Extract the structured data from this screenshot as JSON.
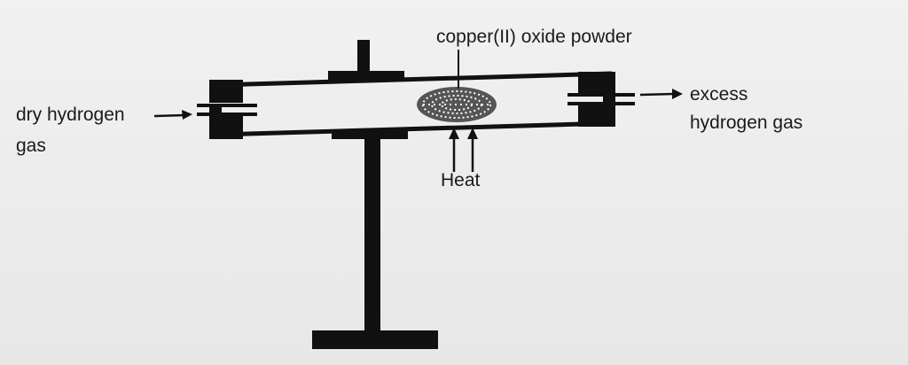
{
  "diagram": {
    "labels": {
      "copper_oxide": "copper(II) oxide powder",
      "inlet_line1": "dry hydrogen",
      "inlet_line2": "gas",
      "outlet_line1": "excess",
      "outlet_line2": "hydrogen gas",
      "heat": "Heat"
    },
    "colors": {
      "ink": "#111111",
      "background": "#ececec"
    }
  }
}
